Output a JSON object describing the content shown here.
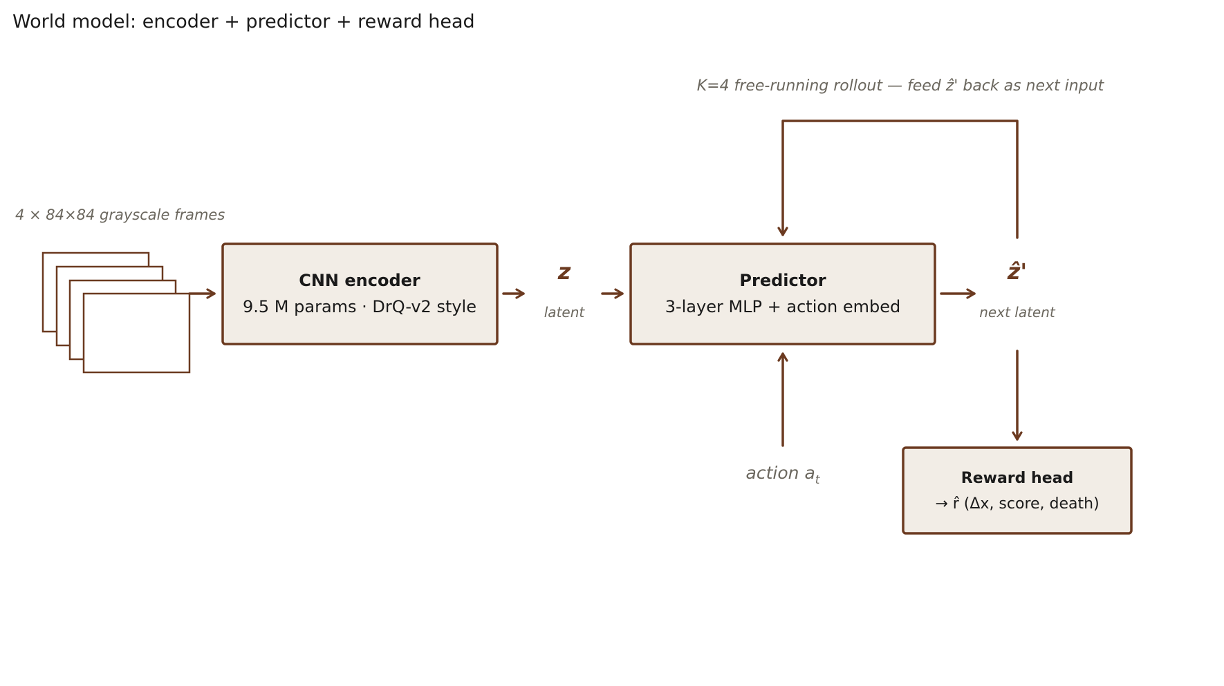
{
  "title": "World model: encoder + predictor + reward head",
  "colors": {
    "accent": "#6b3a20",
    "box_fill": "#f2ede6",
    "caption_text": "#6b675e",
    "text": "#1a1a1a"
  },
  "frames": {
    "label": "4 × 84×84 grayscale frames",
    "count": 4
  },
  "encoder": {
    "title": "CNN encoder",
    "subtitle": "9.5 M params · DrQ-v2 style"
  },
  "latent": {
    "symbol": "z",
    "label": "latent"
  },
  "predictor": {
    "title": "Predictor",
    "subtitle": "3-layer MLP + action embed"
  },
  "next_latent": {
    "symbol": "ẑ'",
    "label": "next latent"
  },
  "rollout": {
    "label": "K=4 free-running rollout — feed ẑ' back as next input"
  },
  "action": {
    "label": "action a",
    "subscript": "t"
  },
  "reward_head": {
    "title": "Reward head",
    "subtitle": "→ r̂  (Δx, score, death)"
  }
}
